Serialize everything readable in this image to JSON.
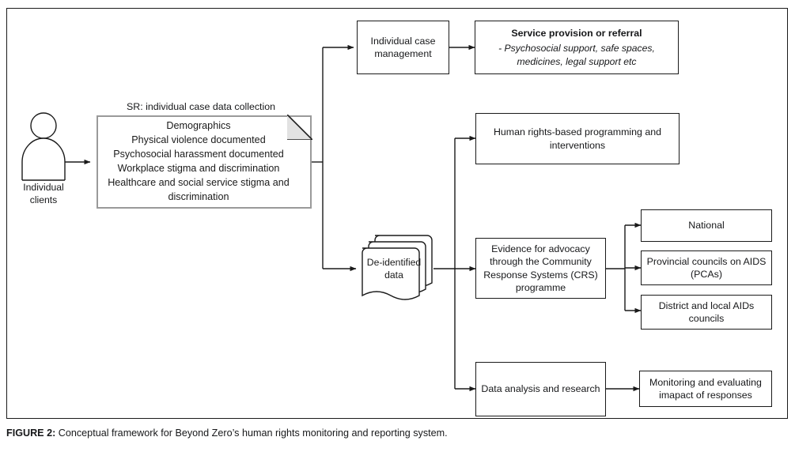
{
  "figure": {
    "caption_prefix": "FIGURE 2:",
    "caption_text": "Conceptual framework for Beyond Zero’s human rights monitoring and reporting system."
  },
  "actor": {
    "icon": "person-icon",
    "label_line1": "Individual",
    "label_line2": "clients"
  },
  "data_collection": {
    "header_label": "SR: individual case data collection",
    "items": [
      "Demographics",
      "Physical violence documented",
      "Psychosocial harassment documented",
      "Workplace stigma and discrimination",
      "Healthcare and social service stigma and discrimination"
    ]
  },
  "deidentified": {
    "label_line1": "De-identified",
    "label_line2": "data"
  },
  "nodes": {
    "case_management": "Individual case management",
    "service_provision_title": "Service  provision or referral",
    "service_provision_detail": "- Psychosocial support, safe spaces, medicines, legal support etc",
    "human_rights": "Human rights-based programming and interventions",
    "evidence_advocacy": "Evidence for advocacy through the Community Response Systems (CRS) programme",
    "national": "National",
    "provincial": "Provincial councils on AIDS (PCAs)",
    "district": "District and local AIDs councils",
    "data_analysis": "Data analysis and research",
    "monitoring": "Monitoring and evaluating imapact of responses"
  },
  "colors": {
    "line": "#1a1a1a",
    "doc_border": "#9a9a9a",
    "fold_fill": "#e2e2e2",
    "background": "#ffffff"
  }
}
